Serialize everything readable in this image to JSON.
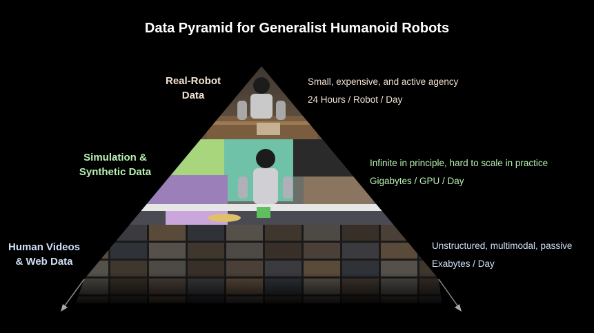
{
  "title": "Data Pyramid for Generalist Humanoid Robots",
  "tiers": [
    {
      "label_lines": [
        "Real-Robot",
        "Data"
      ],
      "desc_lines": [
        "Small, expensive, and active agency",
        "24 Hours / Robot / Day"
      ],
      "label_color": "#f3e2d2"
    },
    {
      "label_lines": [
        "Simulation &",
        "Synthetic Data"
      ],
      "desc_lines": [
        "Infinite in principle, hard to scale in practice",
        "Gigabytes / GPU / Day"
      ],
      "label_color": "#b9f1b3"
    },
    {
      "label_lines": [
        "Human Videos",
        "& Web Data"
      ],
      "desc_lines": [
        "Unstructured, multimodal, passive",
        "Exabytes / Day"
      ],
      "label_color": "#cfe0f6"
    }
  ]
}
